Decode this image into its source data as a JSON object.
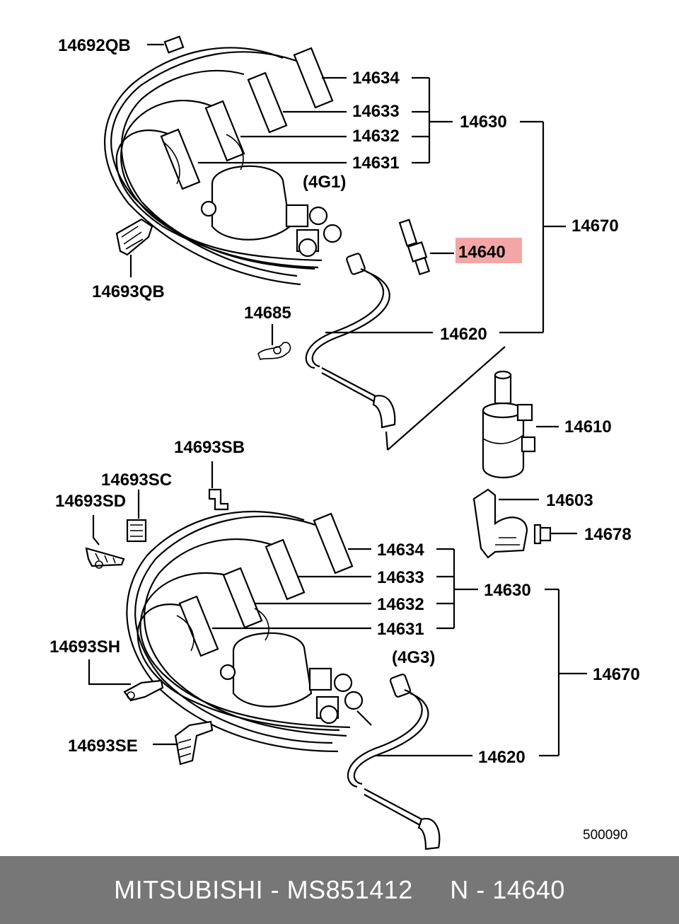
{
  "labels": {
    "p14692QB": "14692QB",
    "p14634a": "14634",
    "p14633a": "14633",
    "p14632a": "14632",
    "p14631a": "14631",
    "p14630a": "14630",
    "variant_4g1": "(4G1)",
    "p14670a": "14670",
    "p14640": "14640",
    "p14693QB": "14693QB",
    "p14685": "14685",
    "p14620a": "14620",
    "p14610": "14610",
    "p14693SB": "14693SB",
    "p14693SC": "14693SC",
    "p14693SD": "14693SD",
    "p14603": "14603",
    "p14678": "14678",
    "p14634b": "14634",
    "p14633b": "14633",
    "p14632b": "14632",
    "p14631b": "14631",
    "p14630b": "14630",
    "p14670b": "14670",
    "p14693SH": "14693SH",
    "variant_4g3": "(4G3)",
    "p14693SE": "14693SE",
    "p14620b": "14620",
    "drawing_number": "500090"
  },
  "highlight_color": "#f4a6a6",
  "footer": {
    "brand": "MITSUBISHI",
    "separator": " - ",
    "part_number": "MS851412",
    "gap": "     ",
    "ref": "N - 14640"
  }
}
